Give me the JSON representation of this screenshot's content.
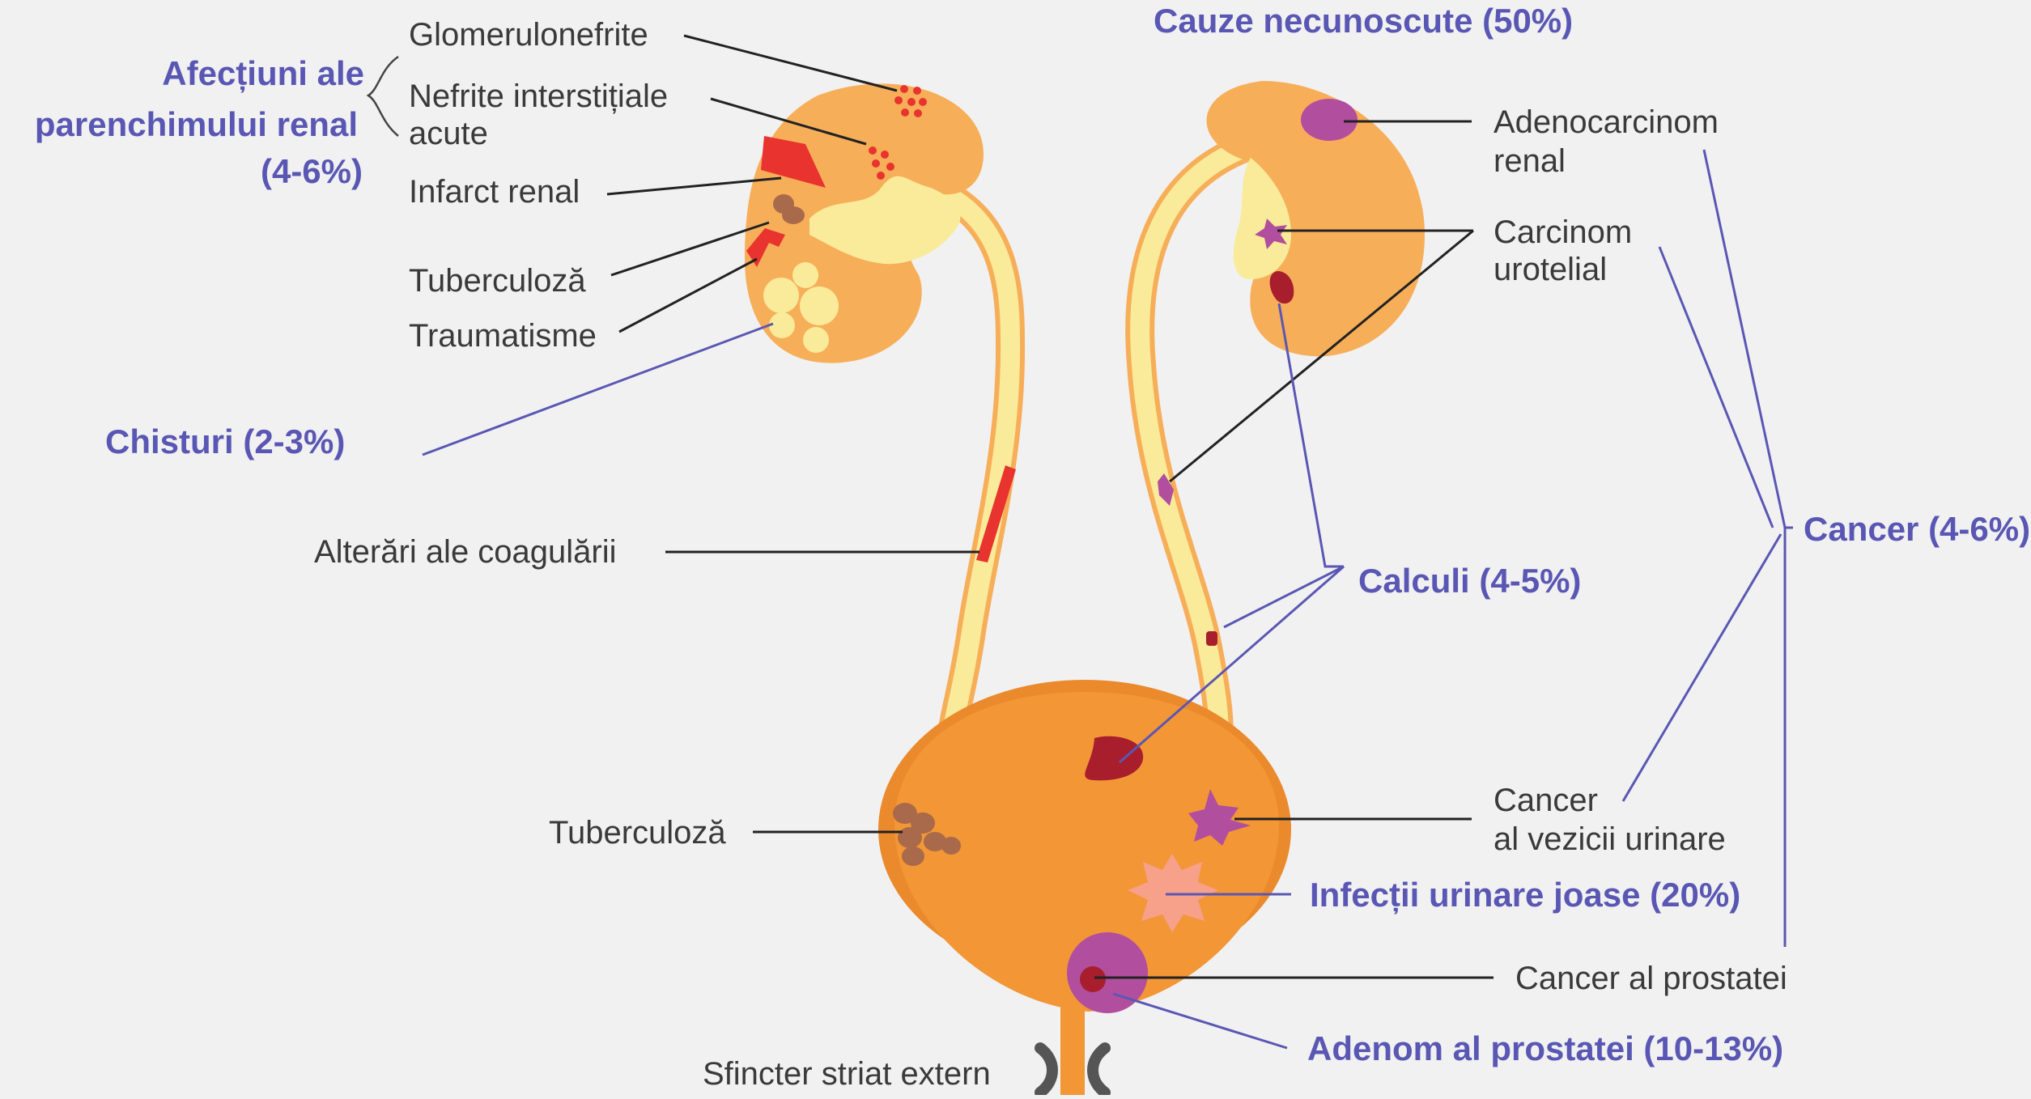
{
  "colors": {
    "background": "#f1f1f1",
    "organ_orange": "#f7ae59",
    "bladder_orange": "#f29636",
    "bladder_rim": "#ea8a2c",
    "pelvis_yellow": "#f9eb9a",
    "blood_red": "#e8332e",
    "calculus_red": "#a81e2c",
    "tumor_purple": "#b24e9e",
    "tuberculosis_brown": "#a86a4a",
    "infection_pink": "#f7a08a",
    "text_dark": "#3a3a3a",
    "text_blue": "#5a57b4"
  },
  "left_labels": {
    "parenchymal_group": [
      "Afecțiuni ale",
      "parenchimului renal",
      "(4-6%)"
    ],
    "glomerulonephritis": "Glomerulonefrite",
    "interstitial_nephritis": [
      "Nefrite interstițiale",
      "acute"
    ],
    "renal_infarct": "Infarct renal",
    "tuberculosis_kidney": "Tuberculoză",
    "trauma": "Traumatisme",
    "cysts": "Chisturi (2-3%)",
    "coagulation": "Alterări ale coagulării",
    "tuberculosis_bladder": "Tuberculoză",
    "sphincter": "Sfincter striat extern"
  },
  "right_labels": {
    "unknown_causes": "Cauze necunoscute (50%)",
    "renal_adenocarcinoma": [
      "Adenocarcinom",
      "renal"
    ],
    "urothelial_carcinoma": [
      "Carcinom",
      "urotelial"
    ],
    "cancer_group": "Cancer (4-6%)",
    "calculi": "Calculi (4-5%)",
    "bladder_cancer": [
      "Cancer",
      "al vezicii urinare"
    ],
    "lower_uti": "Infecții urinare joase (20%)",
    "prostate_cancer": "Cancer al prostatei",
    "prostate_adenoma": "Adenom al prostatei (10-13%)"
  }
}
